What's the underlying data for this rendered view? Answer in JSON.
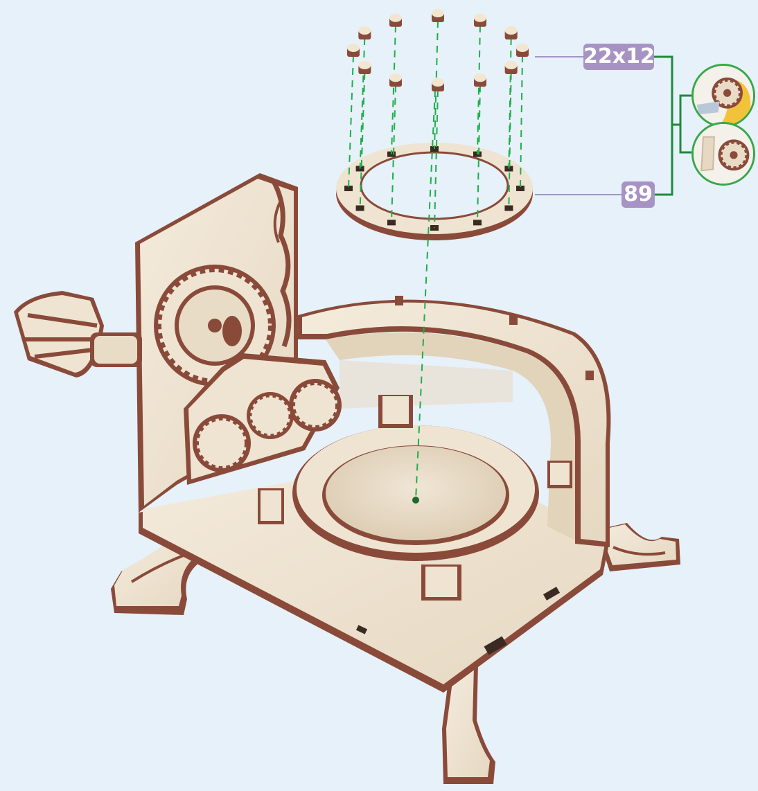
{
  "callouts": {
    "pegs_label": "22x12",
    "ring_label": "89"
  },
  "colors": {
    "background": "#e6f1f9",
    "wood_face": "#efe4d2",
    "wood_edge": "#8a4a3a",
    "guide_line": "#1fae4a",
    "label_bg": "#a793c3",
    "bracket": "#1f8a3a"
  },
  "figure": {
    "peg_count": 12,
    "ring_slot_count": 12,
    "detail_views": [
      "gear-detail-icon",
      "peg-gear-detail-icon"
    ]
  }
}
